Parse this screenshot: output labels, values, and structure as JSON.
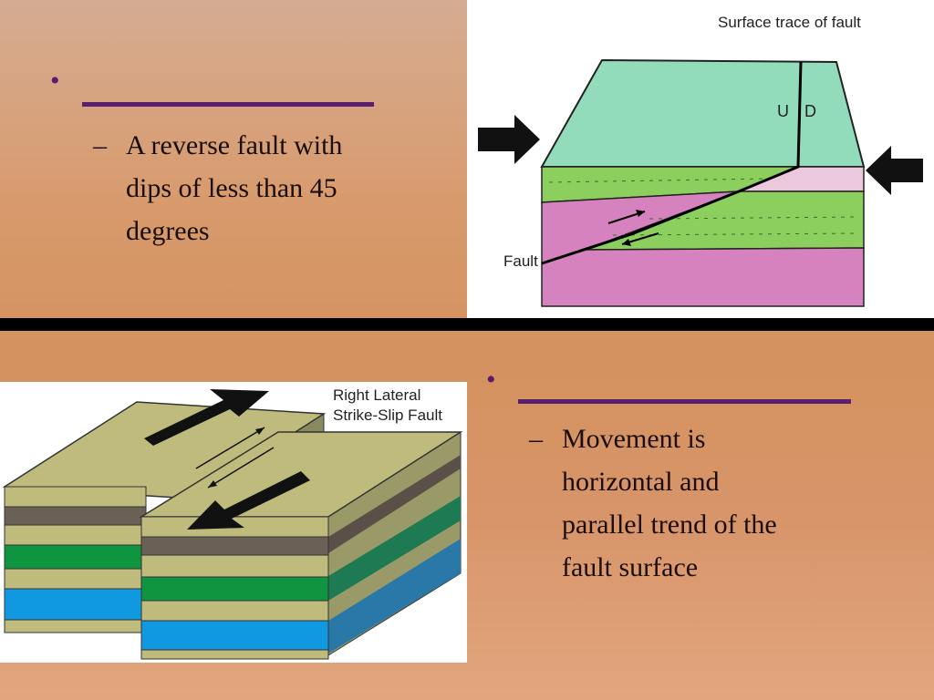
{
  "slide": {
    "top": {
      "bullet": "•",
      "dash": "–",
      "lines": [
        "A reverse fault with",
        "dips of less than 45",
        "degrees"
      ]
    },
    "bottom": {
      "bullet": "•",
      "dash": "–",
      "lines": [
        "Movement is",
        "horizontal and",
        "parallel trend of the",
        "fault surface"
      ]
    }
  },
  "thrust_diagram": {
    "surface_trace_label": "Surface trace of fault",
    "up_label": "U",
    "down_label": "D",
    "fault_label": "Fault",
    "colors": {
      "mint": "#92dcbc",
      "green": "#8ccf5e",
      "pink": "#d682be",
      "light_pink": "#ecc8dc"
    }
  },
  "strike_slip_diagram": {
    "title_line1": "Right Lateral",
    "title_line2": "Strike-Slip Fault",
    "colors": {
      "khaki": "#bebb7c",
      "gray": "#6b6055",
      "green": "#0f9440",
      "blue": "#1098e0"
    }
  }
}
